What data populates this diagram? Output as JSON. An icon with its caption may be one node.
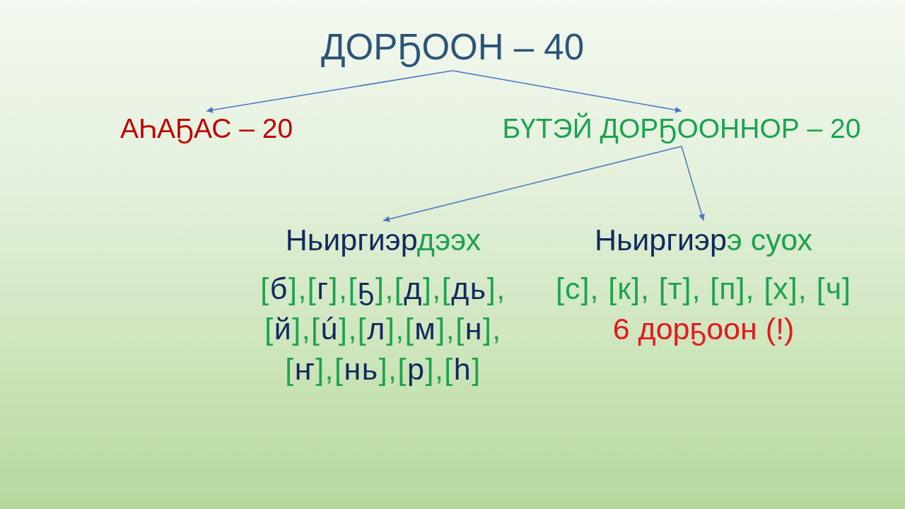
{
  "diagram": {
    "nodes": [
      {
        "text": [
          "ДОРҔООН – 40"
        ]
      },
      {
        "text": [
          "АҺАҔАС – 20"
        ]
      },
      {
        "text": [
          "БҮТЭЙ ДОРҔООННОР – 20"
        ]
      },
      {
        "text": [
          "Ньиргиэрдээх",
          "[б],[г],[ҕ],[д],[дь], [й],[ú],[л],[м],[н], [ҥ],[нь],[р],[һ]"
        ]
      },
      {
        "text": [
          "Ньиргиэрэ суох",
          "[с], [к], [т], [п], [х], [ч]",
          "6 дорҕоон (!)"
        ]
      }
    ],
    "edges": [
      {
        "from": 0,
        "to": 1,
        "arrow": "to"
      },
      {
        "from": 0,
        "to": 2,
        "arrow": "to"
      },
      {
        "from": 2,
        "to": 3,
        "arrow": "to"
      },
      {
        "from": 2,
        "to": 4,
        "arrow": "to"
      }
    ]
  }
}
